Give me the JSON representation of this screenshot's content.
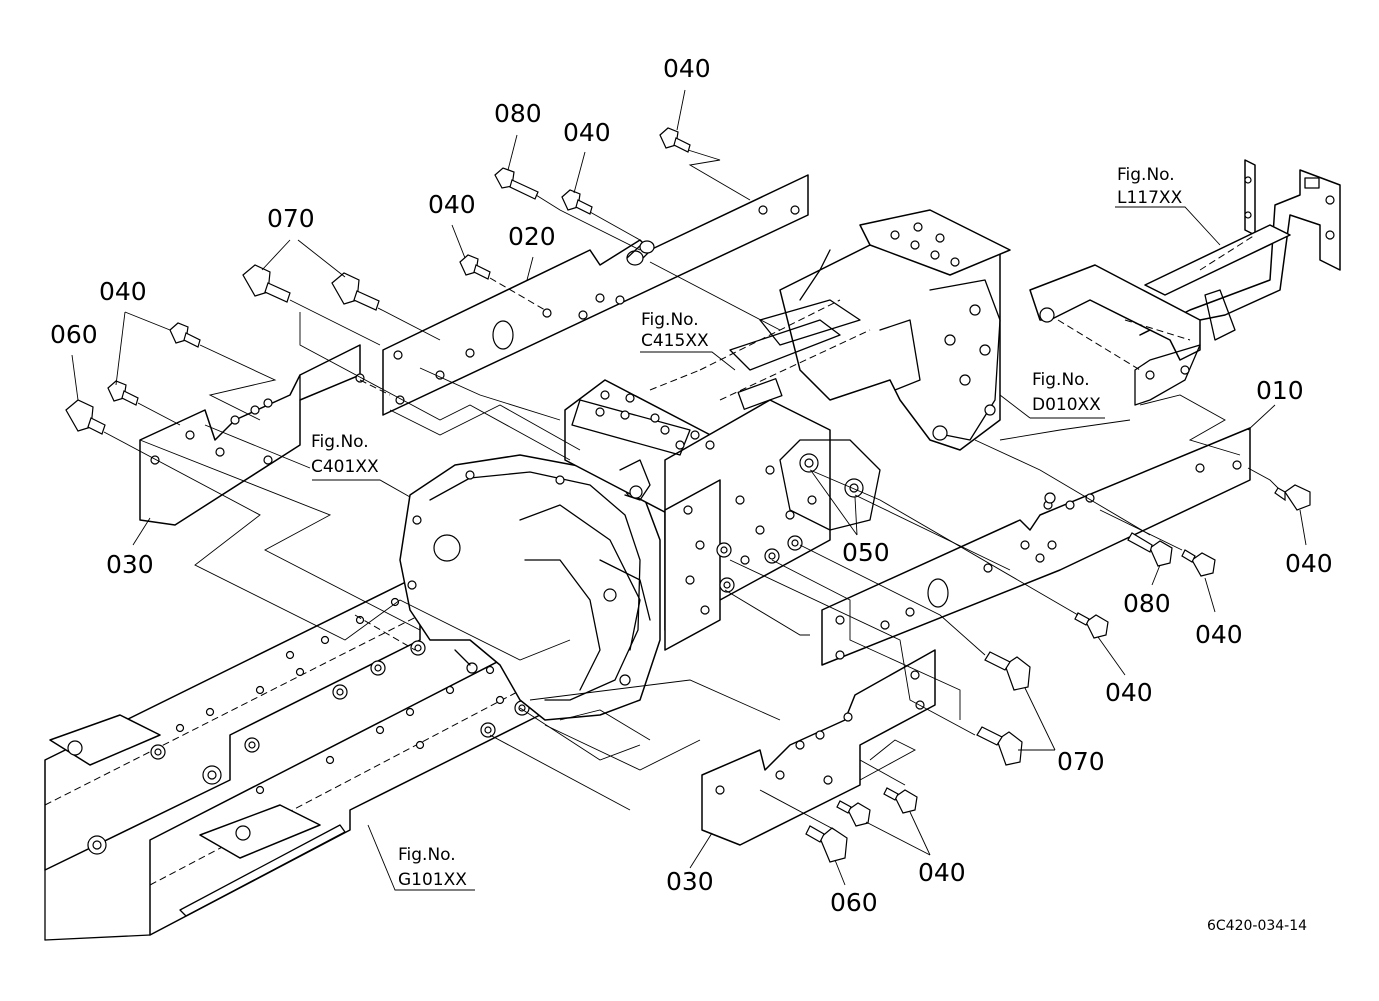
{
  "diagram": {
    "part_labels": {
      "p040_a": "040",
      "p080_a": "080",
      "p040_b": "040",
      "p040_c": "040",
      "p020": "020",
      "p070_a": "070",
      "p040_d": "040",
      "p060_a": "060",
      "p030_a": "030",
      "p050": "050",
      "p010": "010",
      "p040_e": "040",
      "p080_b": "080",
      "p040_f": "040",
      "p040_g": "040",
      "p070_b": "070",
      "p030_b": "030",
      "p060_b": "060",
      "p040_h": "040"
    },
    "figure_refs": {
      "c415": {
        "line1": "Fig.No.",
        "line2": "C415XX"
      },
      "c401": {
        "line1": "Fig.No.",
        "line2": "C401XX"
      },
      "d010": {
        "line1": "Fig.No.",
        "line2": "D010XX"
      },
      "l117": {
        "line1": "Fig.No.",
        "line2": "L117XX"
      },
      "g101": {
        "line1": "Fig.No.",
        "line2": "G101XX"
      }
    },
    "drawing_code": "6C420-034-14"
  }
}
